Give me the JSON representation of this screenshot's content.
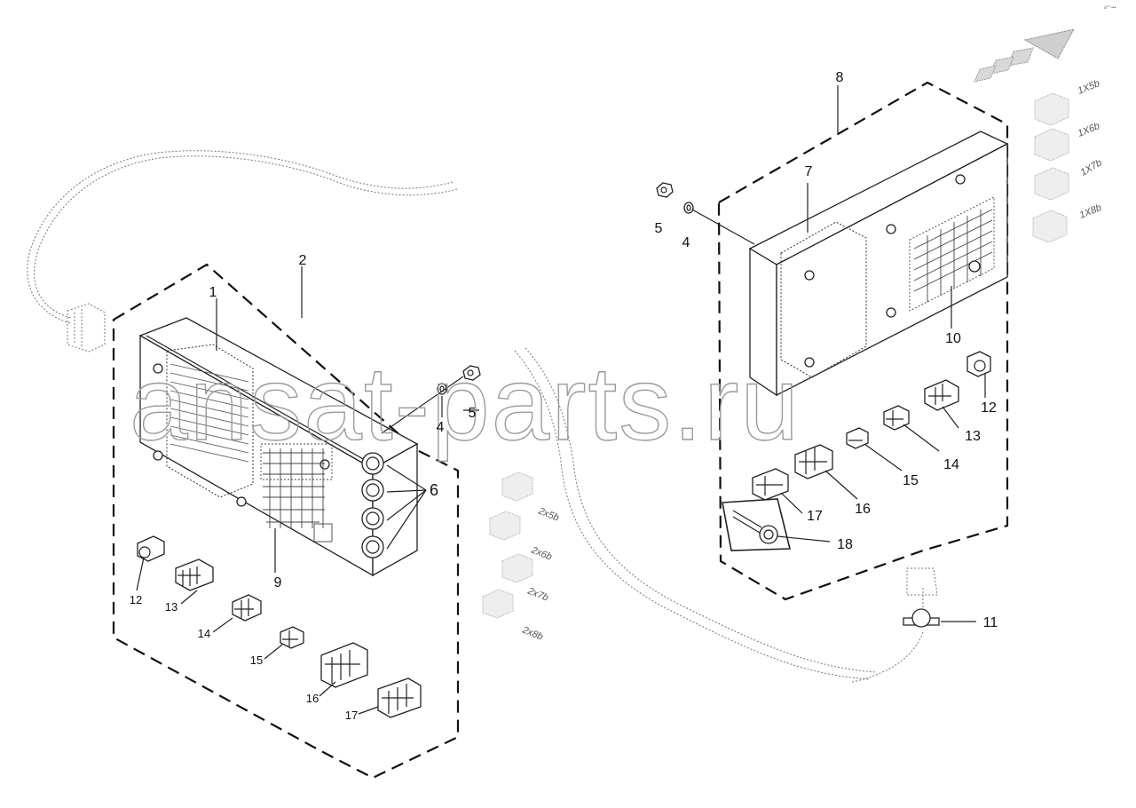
{
  "corner_mark": "a°° •••",
  "watermark": "ansat-parts.ru",
  "callouts": [
    {
      "id": "c1",
      "text": "1"
    },
    {
      "id": "c2",
      "text": "2"
    },
    {
      "id": "c4a",
      "text": "4"
    },
    {
      "id": "c5a",
      "text": "5"
    },
    {
      "id": "c6",
      "text": "6"
    },
    {
      "id": "c9",
      "text": "9"
    },
    {
      "id": "c12a",
      "text": "12"
    },
    {
      "id": "c13a",
      "text": "13"
    },
    {
      "id": "c14a",
      "text": "14"
    },
    {
      "id": "c15a",
      "text": "15"
    },
    {
      "id": "c16a",
      "text": "16"
    },
    {
      "id": "c17a",
      "text": "17"
    },
    {
      "id": "c8",
      "text": "8"
    },
    {
      "id": "c7",
      "text": "7"
    },
    {
      "id": "c5b",
      "text": "5"
    },
    {
      "id": "c4b",
      "text": "4"
    },
    {
      "id": "c10",
      "text": "10"
    },
    {
      "id": "c12b",
      "text": "12"
    },
    {
      "id": "c13b",
      "text": "13"
    },
    {
      "id": "c14b",
      "text": "14"
    },
    {
      "id": "c15b",
      "text": "15"
    },
    {
      "id": "c16b",
      "text": "16"
    },
    {
      "id": "c17b",
      "text": "17"
    },
    {
      "id": "c18",
      "text": "18"
    },
    {
      "id": "c11",
      "text": "11"
    }
  ],
  "cable_labels_left": [
    "2x5b",
    "2x6b",
    "2x7b",
    "2x8b"
  ],
  "cable_labels_right": [
    "1X5b",
    "1X6b",
    "1X7b",
    "1X8b"
  ]
}
